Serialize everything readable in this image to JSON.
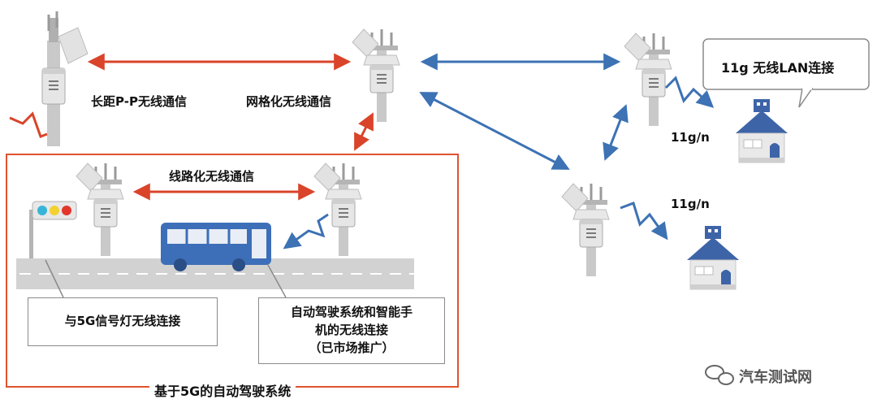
{
  "labels": {
    "long_range": "长距P-P无线通信",
    "mesh": "网格化无线通信",
    "linear": "线路化无线通信",
    "lan_bubble": "11g 无线LAN连接",
    "link1": "11g/n",
    "link2": "11g/n",
    "signal_box": "与5G信号灯无线连接",
    "phone_box_line1": "自动驾驶系统和智能手",
    "phone_box_line2": "机的无线连接",
    "phone_box_line3": "（已市场推广）",
    "region_title": "基于5G的自动驾驶系统",
    "watermark": "汽车测试网"
  },
  "colors": {
    "red_link": "#d9442a",
    "blue_link": "#3d72b4",
    "house_blue": "#3e64a8",
    "bus_blue": "#3d6fb8",
    "frame_red": "#e0532f",
    "road": "#cfcfcf",
    "traffic_light": [
      "#37b5d8",
      "#f2d232",
      "#e2362c"
    ]
  },
  "icons": [
    "antenna-station-icon",
    "traffic-light-icon",
    "bus-icon",
    "house-icon",
    "speech-bubble-icon",
    "wechat-icon"
  ]
}
